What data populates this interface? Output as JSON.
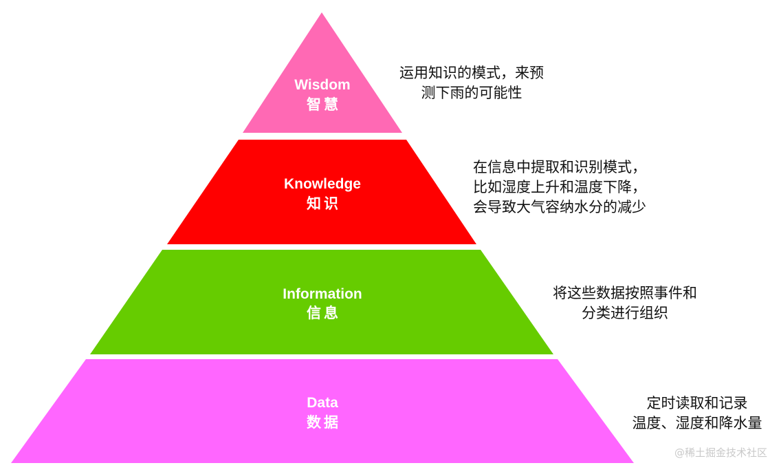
{
  "colors": {
    "wisdom": "#ff69b4",
    "knowledge": "#ff0000",
    "information": "#66cc00",
    "data": "#ff66ff",
    "label_text": "#ffffff",
    "description_text": "#111111"
  },
  "tiers": [
    {
      "id": "wisdom",
      "label_en": "Wisdom",
      "label_zh": "智慧",
      "description_lines": [
        "运用知识的模式，来预",
        "测下雨的可能性"
      ]
    },
    {
      "id": "knowledge",
      "label_en": "Knowledge",
      "label_zh": "知识",
      "description_lines": [
        "在信息中提取和识别模式，",
        "比如湿度上升和温度下降，",
        "会导致大气容纳水分的减少"
      ]
    },
    {
      "id": "information",
      "label_en": "Information",
      "label_zh": "信息",
      "description_lines": [
        "将这些数据按照事件和",
        "分类进行组织"
      ]
    },
    {
      "id": "data",
      "label_en": "Data",
      "label_zh": "数据",
      "description_lines": [
        "定时读取和记录",
        "温度、湿度和降水量"
      ]
    }
  ],
  "watermark": "@稀土掘金技术社区"
}
